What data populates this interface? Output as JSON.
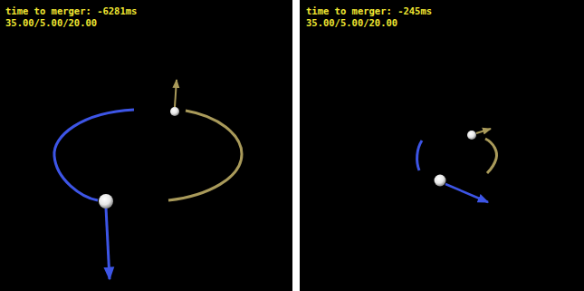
{
  "diagram": {
    "labels": [
      "time to merger: -6281ms",
      "35.00/5.00/20.00",
      "time to merger: -245ms",
      "35.00/5.00/20.00"
    ]
  }
}
